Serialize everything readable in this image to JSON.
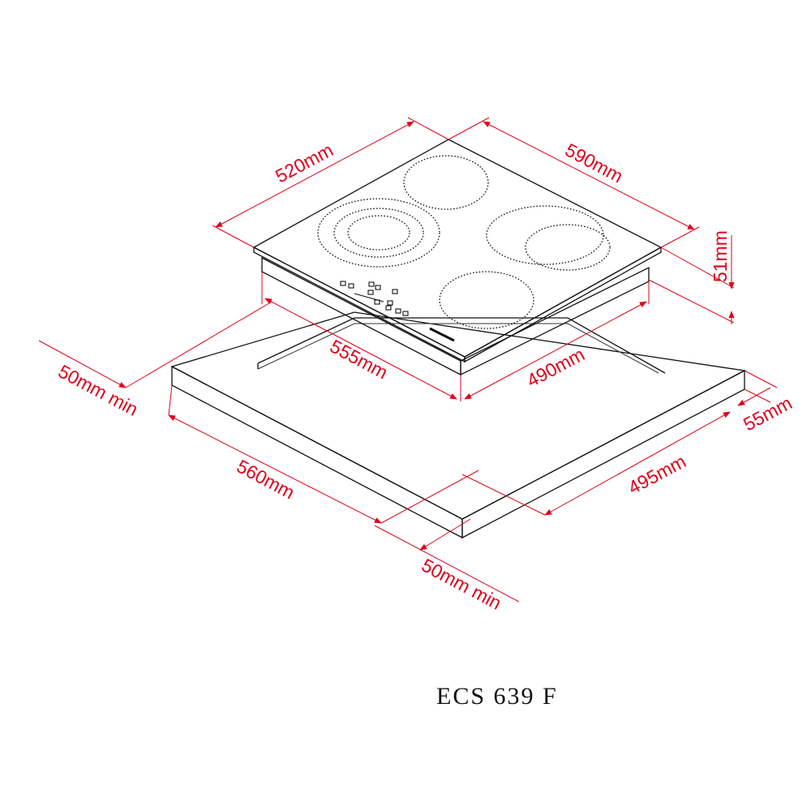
{
  "dimensions": {
    "hob_width": "520mm",
    "hob_depth": "590mm",
    "hob_height": "51mm",
    "cutout_width": "555mm",
    "cutout_depth": "490mm",
    "clearance_left": "50mm min",
    "clearance_front": "50mm min",
    "worktop_width": "560mm",
    "worktop_depth": "495mm",
    "worktop_edge": "55mm"
  },
  "model": "ECS 639 F",
  "colors": {
    "dimension": "#e0001b",
    "outline": "#111111"
  }
}
